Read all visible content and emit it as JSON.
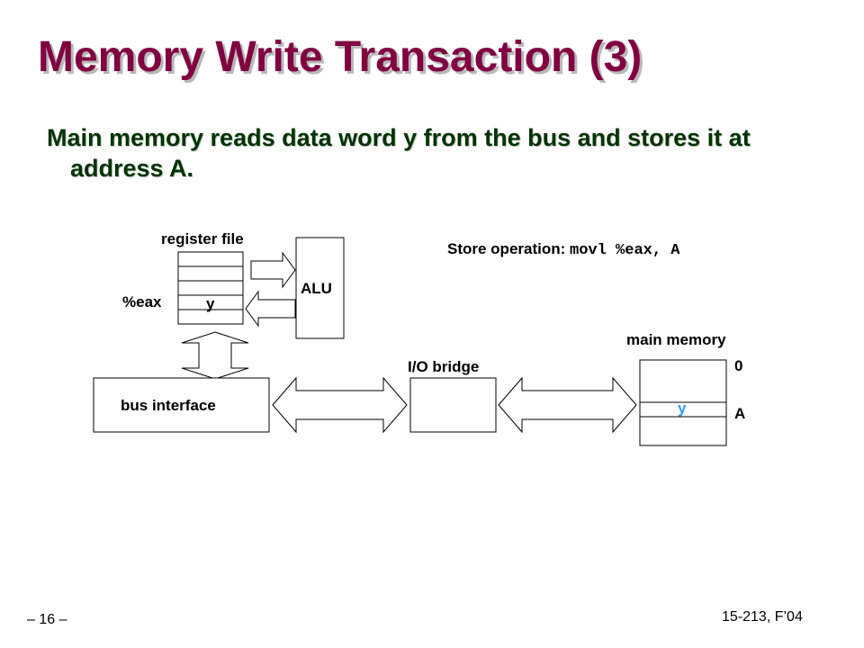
{
  "slide": {
    "title": "Memory Write Transaction (3)",
    "subtitle": "Main memory reads data word y from the bus and stores it at address A."
  },
  "diagram": {
    "register_file_label": "register file",
    "eax_label": "%eax",
    "register_value": "y",
    "alu_label": "ALU",
    "store_label": "Store operation:",
    "store_code": "movl %eax, A",
    "bus_interface_label": "bus interface",
    "io_bridge_label": "I/O bridge",
    "main_memory_label": "main memory",
    "memory_value": "y",
    "address_zero": "0",
    "address_a": "A"
  },
  "footer": {
    "page": "– 16 –",
    "course": "15-213, F’04"
  },
  "colors": {
    "title": "#800040",
    "subtitle": "#003300",
    "memory_value": "#3399ff"
  }
}
